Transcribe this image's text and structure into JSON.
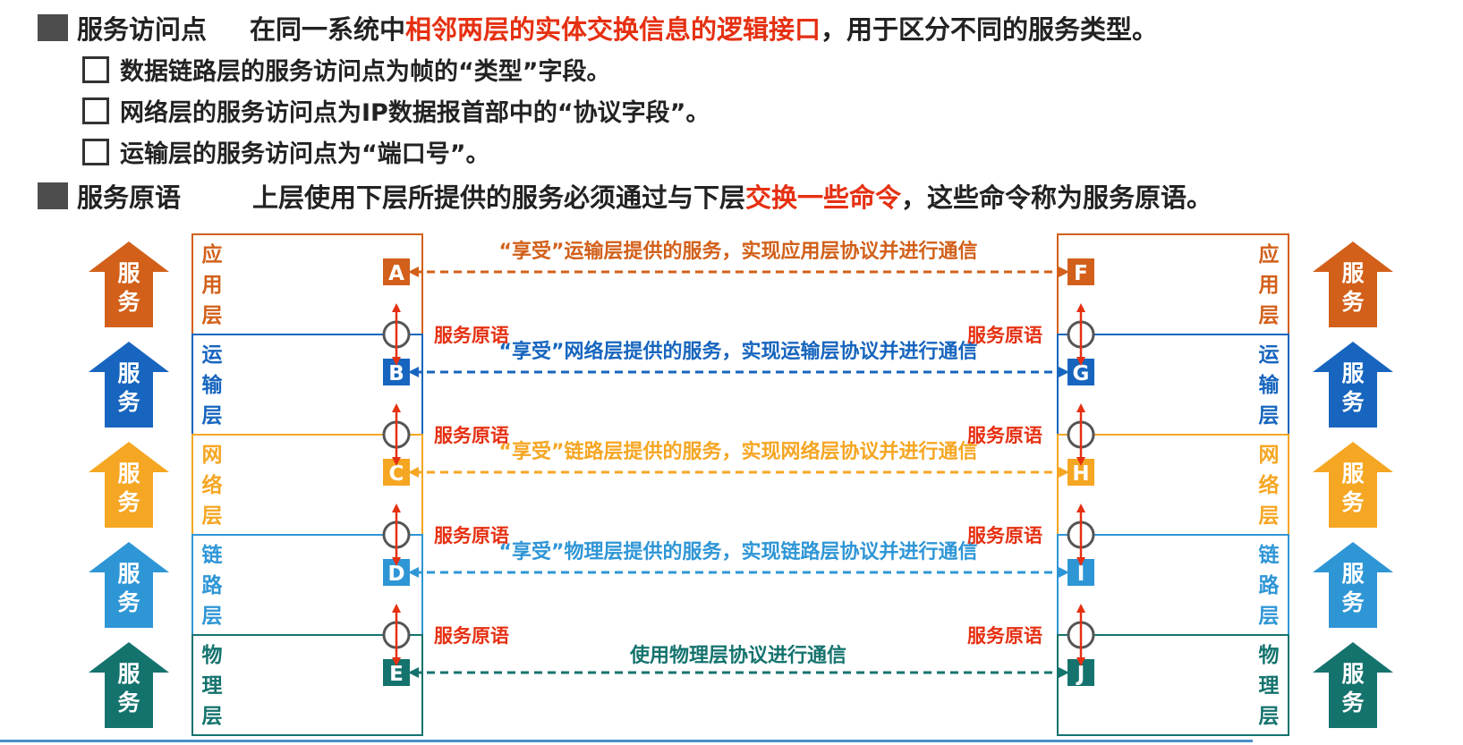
{
  "header": {
    "sap_term": "服务访问点",
    "sap_desc_before": "在同一系统中",
    "sap_desc_highlight": "相邻两层的实体交换信息的逻辑接口",
    "sap_desc_after": "，用于区分不同的服务类型。",
    "sub_items": [
      "数据链路层的服务访问点为帧的“类型”字段。",
      "网络层的服务访问点为IP数据报首部中的“协议字段”。",
      "运输层的服务访问点为“端口号”。"
    ],
    "primitive_term": "服务原语",
    "primitive_desc_before": "上层使用下层所提供的服务必须通过与下层",
    "primitive_desc_highlight": "交换一些命令",
    "primitive_desc_after": "，这些命令称为服务原语。"
  },
  "colors": {
    "application": "#d2601a",
    "transport": "#1765be",
    "network": "#f5a623",
    "link": "#2f96d6",
    "physical": "#15736e",
    "primitive": "#e53012",
    "title_red": "#e53012"
  },
  "diagram": {
    "arrow_label": "服务",
    "primitive_label": "服务原语",
    "layers": [
      {
        "name": "应用层",
        "left_node": "A",
        "right_node": "F",
        "color": "#d2601a",
        "message": "“享受”运输层提供的服务，实现应用层协议并进行通信"
      },
      {
        "name": "运输层",
        "left_node": "B",
        "right_node": "G",
        "color": "#1765be",
        "message": "“享受”网络层提供的服务，实现运输层协议并进行通信"
      },
      {
        "name": "网络层",
        "left_node": "C",
        "right_node": "H",
        "color": "#f5a623",
        "message": "“享受”链路层提供的服务，实现网络层协议并进行通信"
      },
      {
        "name": "链路层",
        "left_node": "D",
        "right_node": "I",
        "color": "#2f96d6",
        "message": "“享受”物理层提供的服务，实现链路层协议并进行通信"
      },
      {
        "name": "物理层",
        "left_node": "E",
        "right_node": "J",
        "color": "#15736e",
        "message": "使用物理层协议进行通信"
      }
    ]
  }
}
